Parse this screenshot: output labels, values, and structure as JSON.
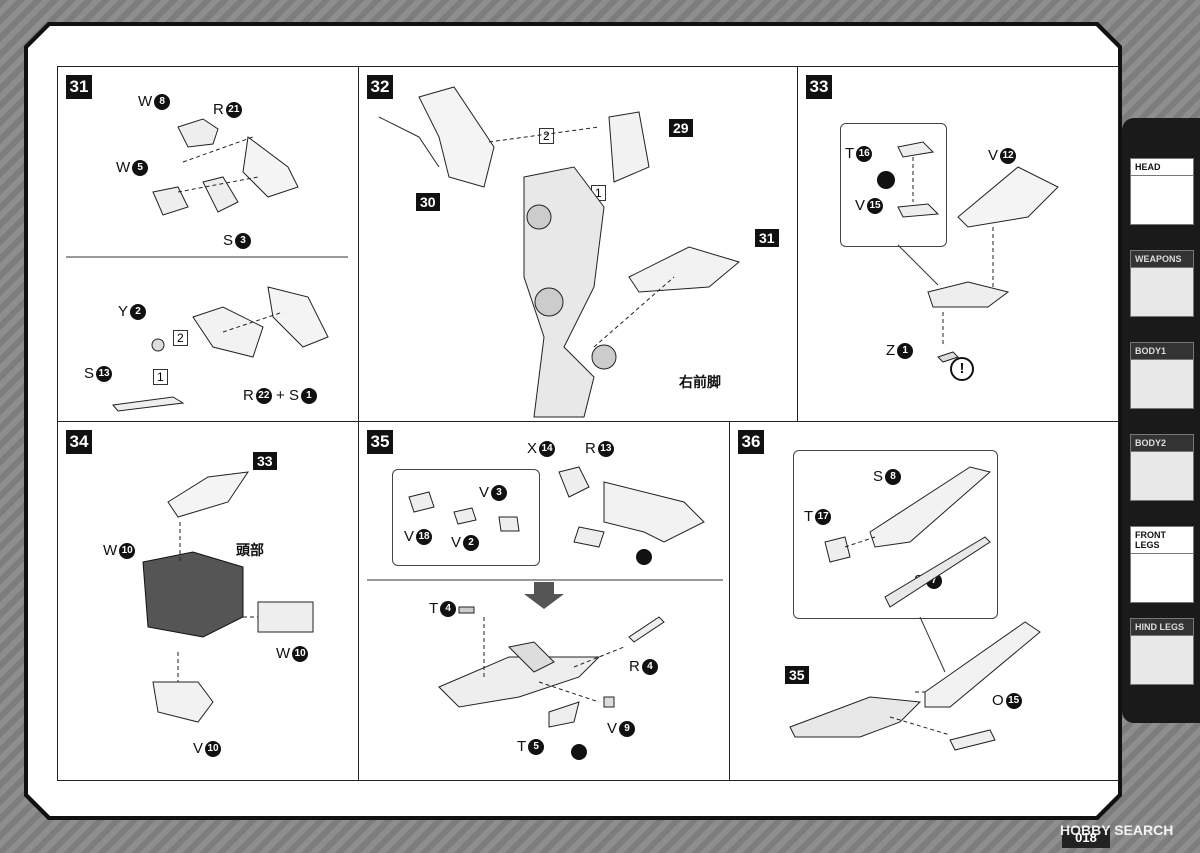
{
  "steps": {
    "s31": {
      "num": "31"
    },
    "s32": {
      "num": "32"
    },
    "s33": {
      "num": "33"
    },
    "s34": {
      "num": "34"
    },
    "s35": {
      "num": "35"
    },
    "s36": {
      "num": "36"
    }
  },
  "labels31": {
    "w8": "W",
    "w8n": "8",
    "r21": "R",
    "r21n": "21",
    "w5": "W",
    "w5n": "5",
    "s3": "S",
    "s3n": "3",
    "y2": "Y",
    "y2n": "2",
    "s13": "S",
    "s13n": "13",
    "r22": "R",
    "r22n": "22",
    "plus": "+ S",
    "s1n": "1",
    "box2": "2",
    "box1": "1"
  },
  "labels32": {
    "box2": "2",
    "box1": "1",
    "p29": "29",
    "p30": "30",
    "p31": "31",
    "jp": "右前脚"
  },
  "labels33": {
    "t16": "T",
    "t16n": "16",
    "v15": "V",
    "v15n": "15",
    "v12": "V",
    "v12n": "12",
    "z1": "Z",
    "z1n": "1",
    "excl": "!"
  },
  "labels34": {
    "p33": "33",
    "w10a": "W",
    "w10an": "10",
    "jp": "頭部",
    "w10b": "W",
    "w10bn": "10",
    "v10": "V",
    "v10n": "10"
  },
  "labels35": {
    "x14": "X",
    "x14n": "14",
    "r13": "R",
    "r13n": "13",
    "v3": "V",
    "v3n": "3",
    "v18": "V",
    "v18n": "18",
    "v2": "V",
    "v2n": "2",
    "t4": "T",
    "t4n": "4",
    "r4": "R",
    "r4n": "4",
    "v9": "V",
    "v9n": "9",
    "t5": "T",
    "t5n": "5"
  },
  "labels36": {
    "s8": "S",
    "s8n": "8",
    "t17": "T",
    "t17n": "17",
    "s7": "S",
    "s7n": "7",
    "p35": "35",
    "o15": "O",
    "o15n": "15"
  },
  "sidebar": {
    "tabs": [
      {
        "label": "HEAD"
      },
      {
        "label": "WEAPONS"
      },
      {
        "label": "BODY1"
      },
      {
        "label": "BODY2"
      },
      {
        "label": "FRONT LEGS"
      },
      {
        "label": "HIND LEGS"
      }
    ]
  },
  "footer": {
    "page": "018",
    "watermark": "HOBBY SEARCH"
  }
}
